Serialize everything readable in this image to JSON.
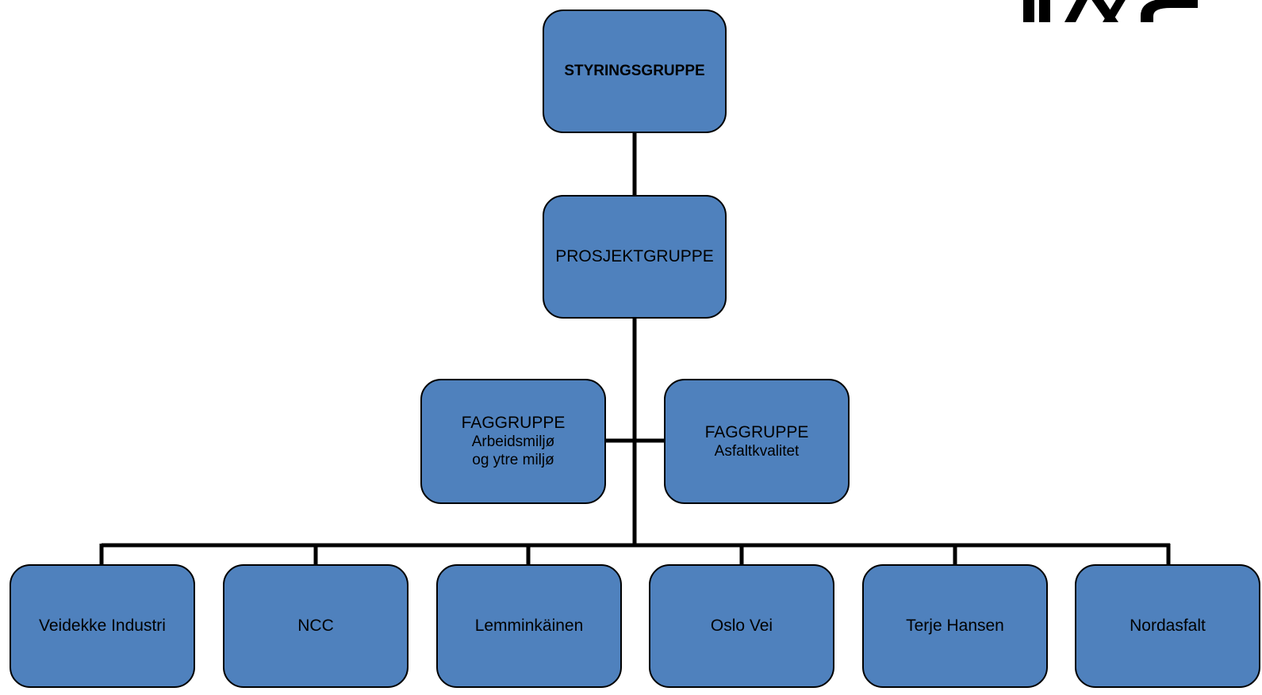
{
  "colors": {
    "node_fill": "#4f81bd",
    "connector": "#000000",
    "background": "#ffffff"
  },
  "logo": {
    "text": "ПАС"
  },
  "nodes": {
    "steering": {
      "label": "STYRINGSGRUPPE"
    },
    "project": {
      "label": "PROSJEKTGRUPPE"
    },
    "faggruppe_left": {
      "label": "FAGGRUPPE",
      "line2": "Arbeidsmiljø",
      "line3": "og ytre miljø"
    },
    "faggruppe_right": {
      "label": "FAGGRUPPE",
      "line2": "Asfaltkvalitet"
    },
    "companies": [
      "Veidekke Industri",
      "NCC",
      "Lemminkäinen",
      "Oslo Vei",
      "Terje Hansen",
      "Nordasfalt"
    ]
  }
}
